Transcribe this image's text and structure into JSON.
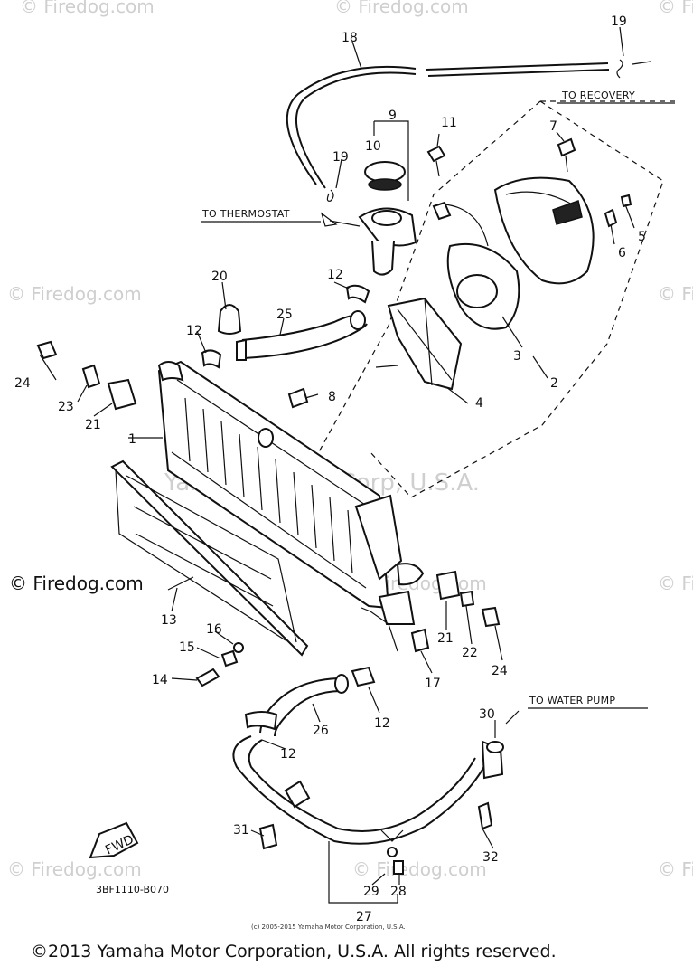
{
  "watermarks": {
    "site": "© Firedog.com",
    "center": "Yamaha Motor Corp, U.S.A."
  },
  "part_code": "3BF1110-B070",
  "notes": {
    "to_recovery": "TO RECOVERY",
    "to_thermostat": "TO THERMOSTAT",
    "to_water_pump": "TO WATER PUMP"
  },
  "fwd_label": "FWD",
  "small_copyright": "(c) 2005-2015 Yamaha Motor Corporation, U.S.A.",
  "copyright": "©2013 Yamaha Motor Corporation, U.S.A. All rights reserved.",
  "callouts": {
    "c1": "1",
    "c2": "2",
    "c3": "3",
    "c4": "4",
    "c5": "5",
    "c6": "6",
    "c7": "7",
    "c8": "8",
    "c9": "9",
    "c10": "10",
    "c11": "11",
    "c12": "12",
    "c13": "13",
    "c14": "14",
    "c15": "15",
    "c16": "16",
    "c17": "17",
    "c18": "18",
    "c19": "19",
    "c20": "20",
    "c21": "21",
    "c22": "22",
    "c23": "23",
    "c24": "24",
    "c25": "25",
    "c26": "26",
    "c27": "27",
    "c28": "28",
    "c29": "29",
    "c30": "30",
    "c31": "31",
    "c32": "32"
  }
}
